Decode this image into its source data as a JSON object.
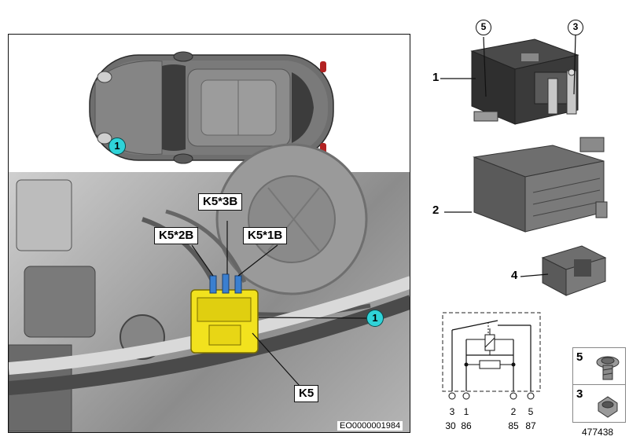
{
  "diagram_id": "EO0000001984",
  "image_number": "477438",
  "photo_labels": {
    "k5_3b": "K5*3B",
    "k5_2b": "K5*2B",
    "k5_1b": "K5*1B",
    "k5": "K5"
  },
  "callouts": {
    "car_marker": "1",
    "photo_marker": "1"
  },
  "part_numbers": {
    "relay": "1",
    "bracket": "2",
    "cover": "4",
    "relay_pin_5": "5",
    "relay_pin_3": "3"
  },
  "schematic_pins": {
    "top": [
      "3",
      "1",
      "2",
      "5"
    ],
    "bottom": [
      "30",
      "86",
      "85",
      "87"
    ]
  },
  "hardware": {
    "screw": "5",
    "nut": "3"
  },
  "colors": {
    "callout_fill": "#2fd3d8",
    "relay_highlight": "#f2e21e",
    "wire_blue": "#3a7fd0"
  }
}
